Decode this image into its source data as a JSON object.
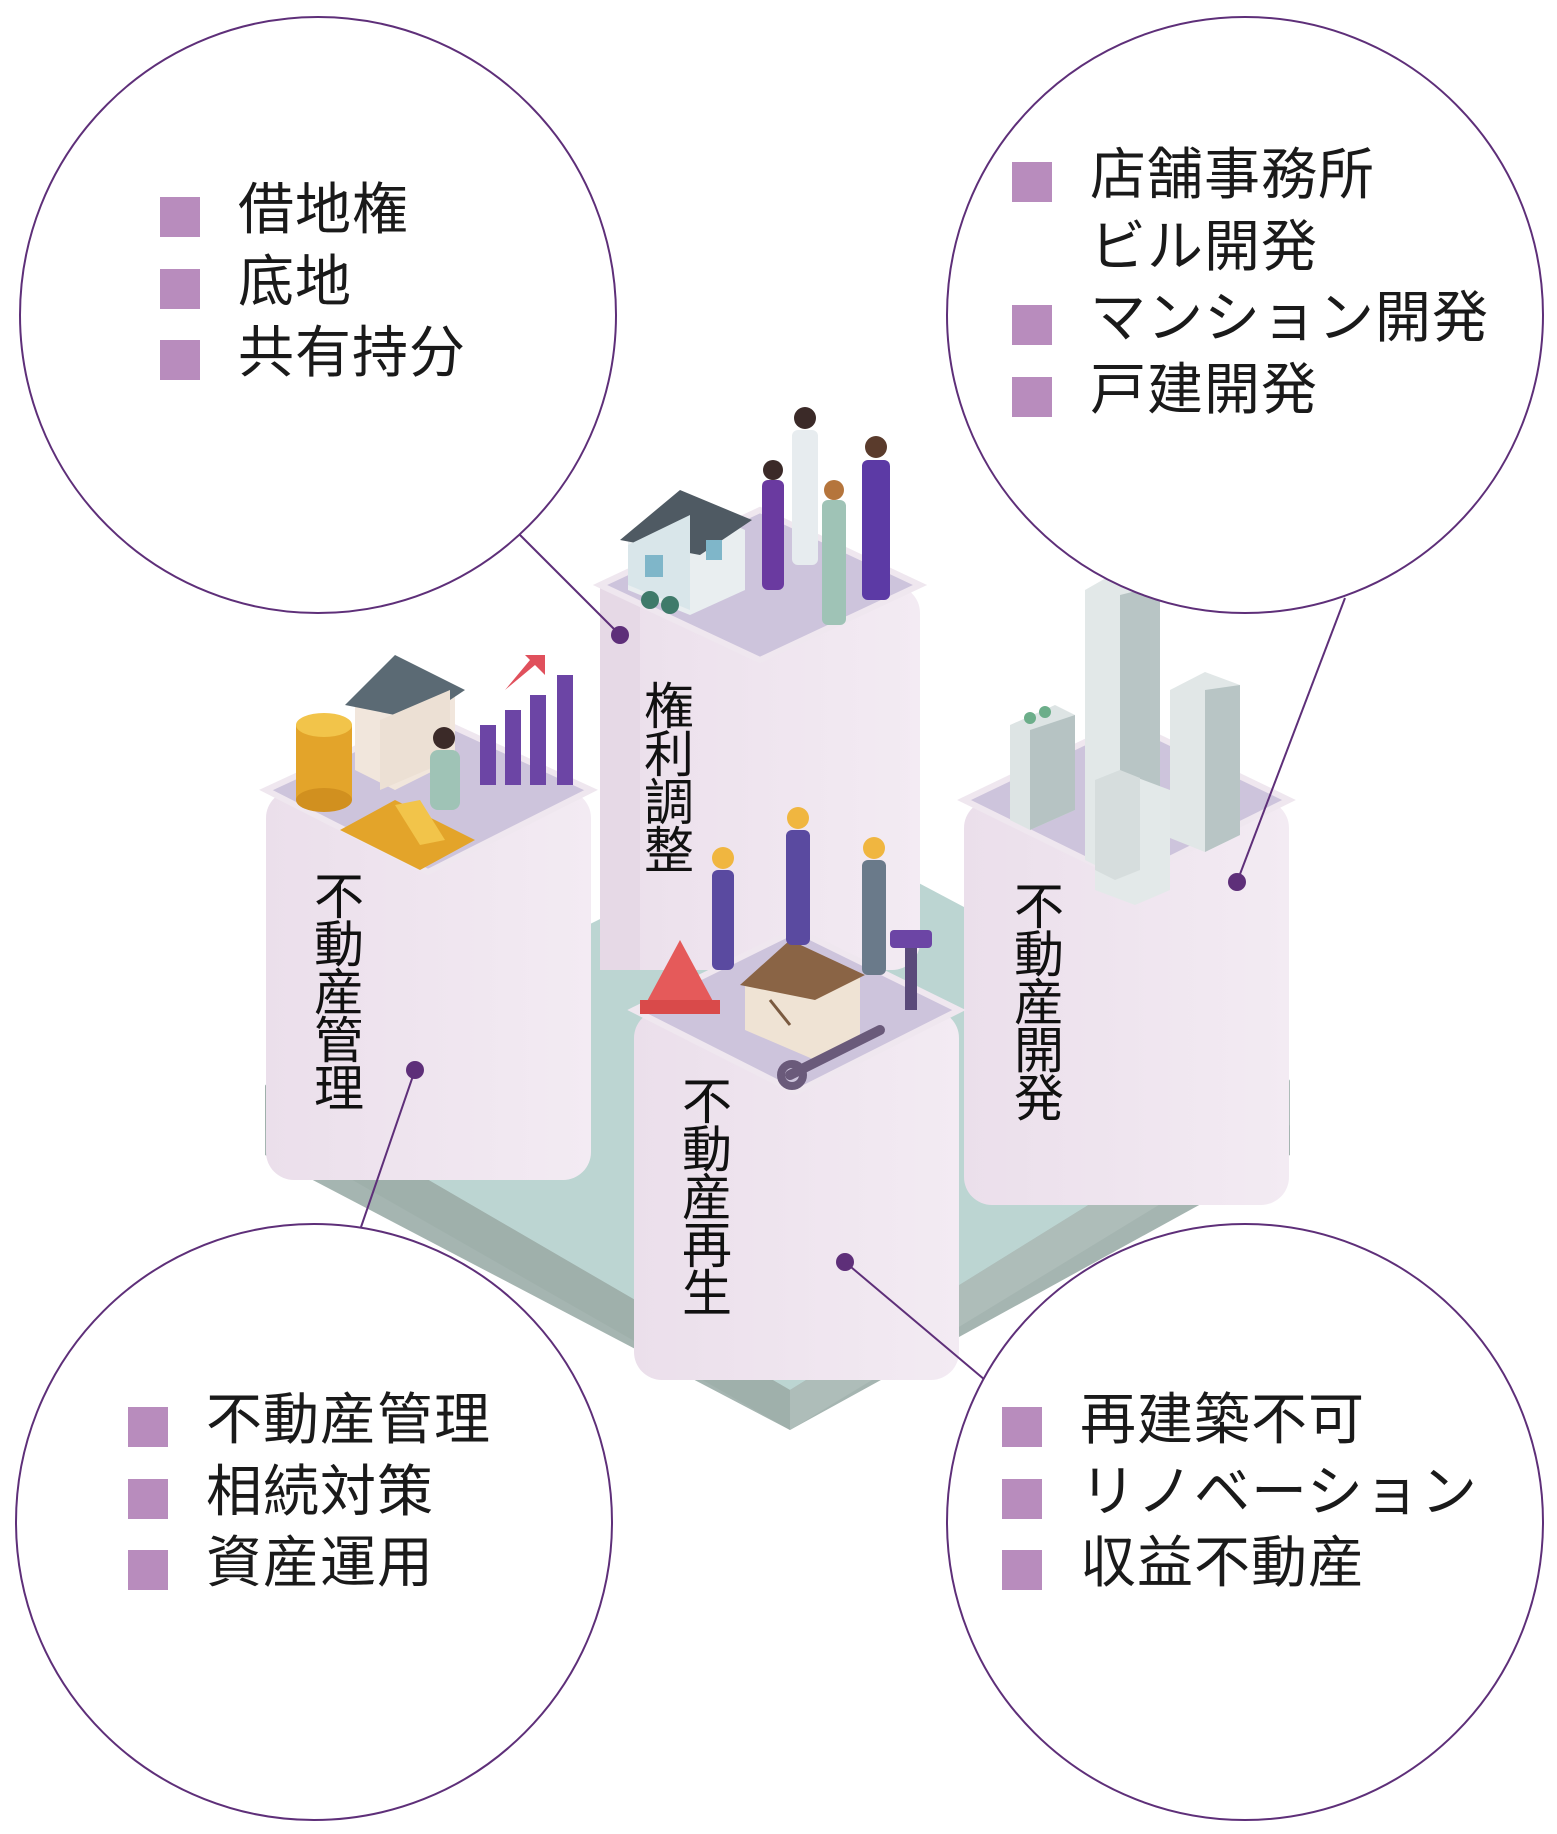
{
  "colors": {
    "accent": "#b88cbd",
    "circle_stroke": "#5e2f79",
    "platform_top": "#bcd5d2",
    "platform_side": "#a5b5b1",
    "block_face": "#f0e6f0",
    "block_top": "#cdc4dc"
  },
  "circles": {
    "top_left": {
      "items": [
        "借地権",
        "底地",
        "共有持分"
      ]
    },
    "top_right": {
      "items": [
        "店舗事務所\nビル開発",
        "マンション開発",
        "戸建開発"
      ]
    },
    "bottom_left": {
      "items": [
        "不動産管理",
        "相続対策",
        "資産運用"
      ]
    },
    "bottom_right": {
      "items": [
        "再建築不可",
        "リノベーション",
        "収益不動産"
      ]
    }
  },
  "blocks": {
    "rights": {
      "label": "権利調整",
      "illustration": "house-and-business-people-icon"
    },
    "management": {
      "label": "不動産管理",
      "illustration": "house-coins-yen-chart-icon"
    },
    "development": {
      "label": "不動産開発",
      "illustration": "office-buildings-icon"
    },
    "renovation": {
      "label": "不動産再生",
      "illustration": "workers-broken-house-icon"
    }
  }
}
